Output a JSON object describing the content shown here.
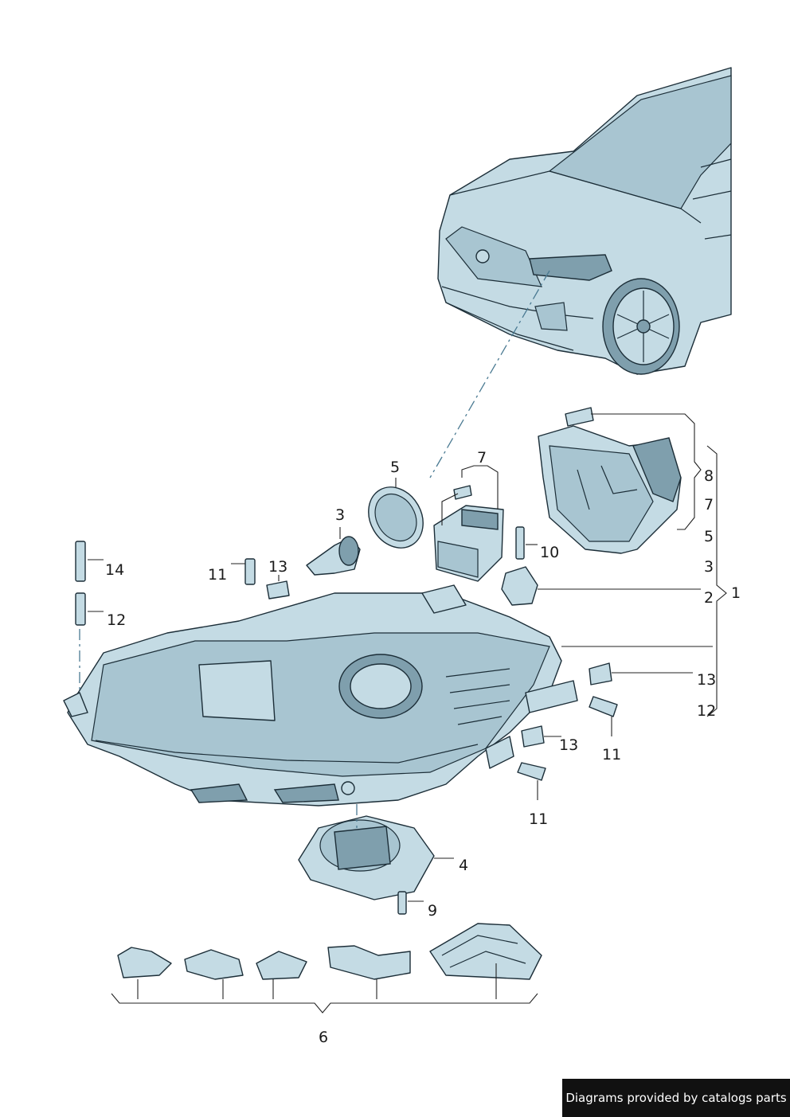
{
  "callouts": {
    "c1": "1",
    "c2": "2",
    "c3_right": "3",
    "c3_part": "3",
    "c4": "4",
    "c5_right": "5",
    "c5_part": "5",
    "c6": "6",
    "c7_right": "7",
    "c7_part": "7",
    "c8": "8",
    "c9": "9",
    "c10": "10",
    "c11_a": "11",
    "c11_b": "11",
    "c11_c": "11",
    "c12_left": "12",
    "c12_right": "12",
    "c13_a": "13",
    "c13_b": "13",
    "c13_c": "13",
    "c14": "14"
  },
  "credit": "Diagrams provided by catalogs parts",
  "colors": {
    "part_fill": "#c4dbe4",
    "outline": "#1c2e38",
    "shade": "#7f9fad",
    "credit_bg": "#111111"
  }
}
